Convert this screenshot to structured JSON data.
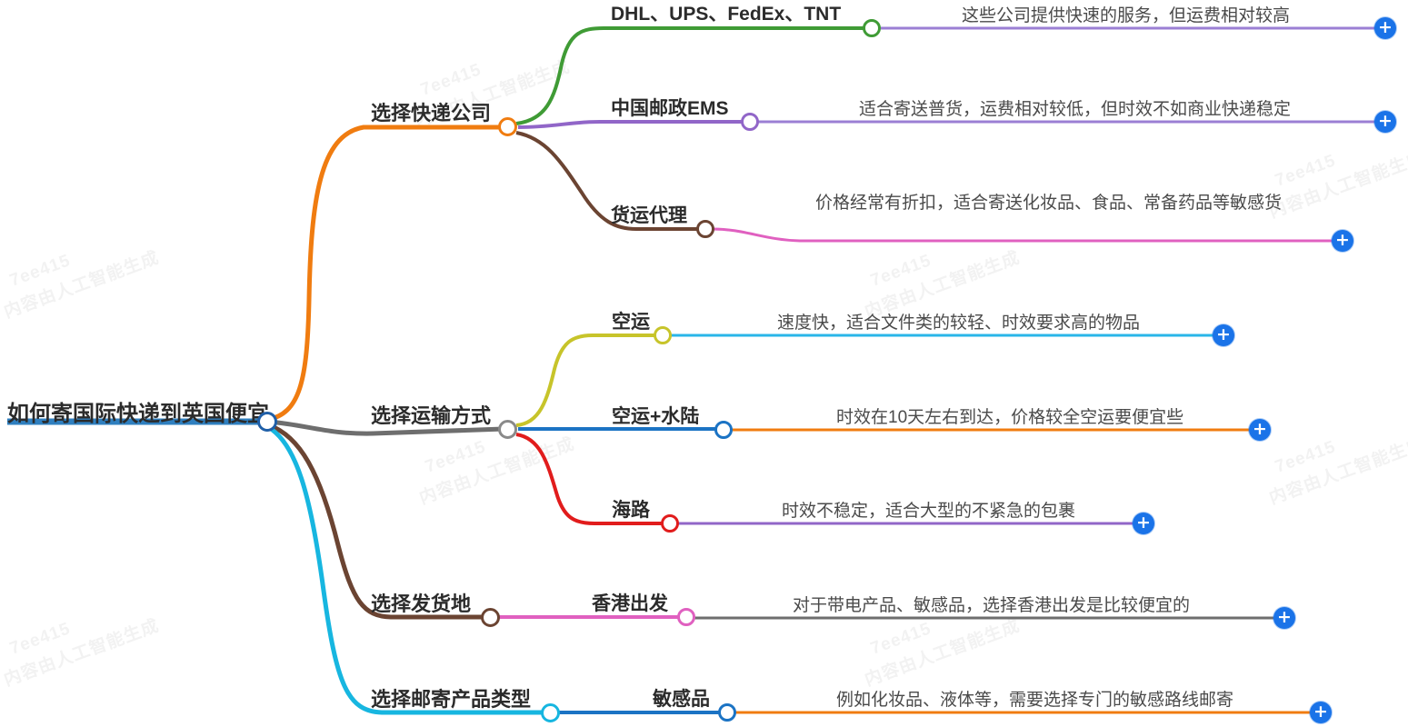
{
  "meta": {
    "watermark_text_1": "7ee415",
    "watermark_text_2": "内容由人工智能生成",
    "background_color": "#ffffff",
    "expand_button_color": "#1a73e8",
    "expand_button_glyph": "+"
  },
  "root": {
    "label": "如何寄国际快递到英国便宜",
    "underline_color": "#2f7fbf",
    "node_color": "#1f5fa8"
  },
  "branches": [
    {
      "label": "选择快递公司",
      "edge_color": "#f07c10",
      "node_color": "#f07c10",
      "children": [
        {
          "label": "DHL、UPS、FedEx、TNT",
          "edge_color": "#3f9b35",
          "node_color": "#3f9b35",
          "detail": {
            "text": "这些公司提供快速的服务，但运费相对较高",
            "edge_color": "#9b7fd4",
            "expand": "+"
          }
        },
        {
          "label": "中国邮政EMS",
          "edge_color": "#9166c8",
          "node_color": "#9166c8",
          "detail": {
            "text": "适合寄送普货，运费相对较低，但时效不如商业快递稳定",
            "edge_color": "#9b7fd4",
            "expand": "+"
          }
        },
        {
          "label": "货运代理",
          "edge_color": "#6b4432",
          "node_color": "#6b4432",
          "detail": {
            "text": "价格经常有折扣，适合寄送化妆品、食品、常备药品等敏感货",
            "edge_color": "#e060c0",
            "expand": "+"
          }
        }
      ]
    },
    {
      "label": "选择运输方式",
      "edge_color": "#6e6e6e",
      "node_color": "#8a8a8a",
      "children": [
        {
          "label": "空运",
          "edge_color": "#c7c42a",
          "node_color": "#c7c42a",
          "detail": {
            "text": "速度快，适合文件类的较轻、时效要求高的物品",
            "edge_color": "#29b6e8",
            "expand": "+"
          }
        },
        {
          "label": "空运+水陆",
          "edge_color": "#1b73c4",
          "node_color": "#1b73c4",
          "detail": {
            "text": "时效在10天左右到达，价格较全空运要便宜些",
            "edge_color": "#f07c10",
            "expand": "+"
          }
        },
        {
          "label": "海路",
          "edge_color": "#e11c1c",
          "node_color": "#e11c1c",
          "detail": {
            "text": "时效不稳定，适合大型的不紧急的包裹",
            "edge_color": "#9166c8",
            "expand": "+"
          }
        }
      ]
    },
    {
      "label": "选择发货地",
      "edge_color": "#6b4432",
      "node_color": "#6b4432",
      "children": [
        {
          "label": "香港出发",
          "edge_color": "#e060c0",
          "node_color": "#e060c0",
          "detail": {
            "text": "对于带电产品、敏感品，选择香港出发是比较便宜的",
            "edge_color": "#6e6e6e",
            "expand": "+"
          }
        }
      ]
    },
    {
      "label": "选择邮寄产品类型",
      "edge_color": "#17b6e0",
      "node_color": "#17b6e0",
      "children": [
        {
          "label": "敏感品",
          "edge_color": "#1b73c4",
          "node_color": "#1b73c4",
          "detail": {
            "text": "例如化妆品、液体等，需要选择专门的敏感路线邮寄",
            "edge_color": "#f07c10",
            "expand": "+"
          }
        }
      ]
    }
  ]
}
